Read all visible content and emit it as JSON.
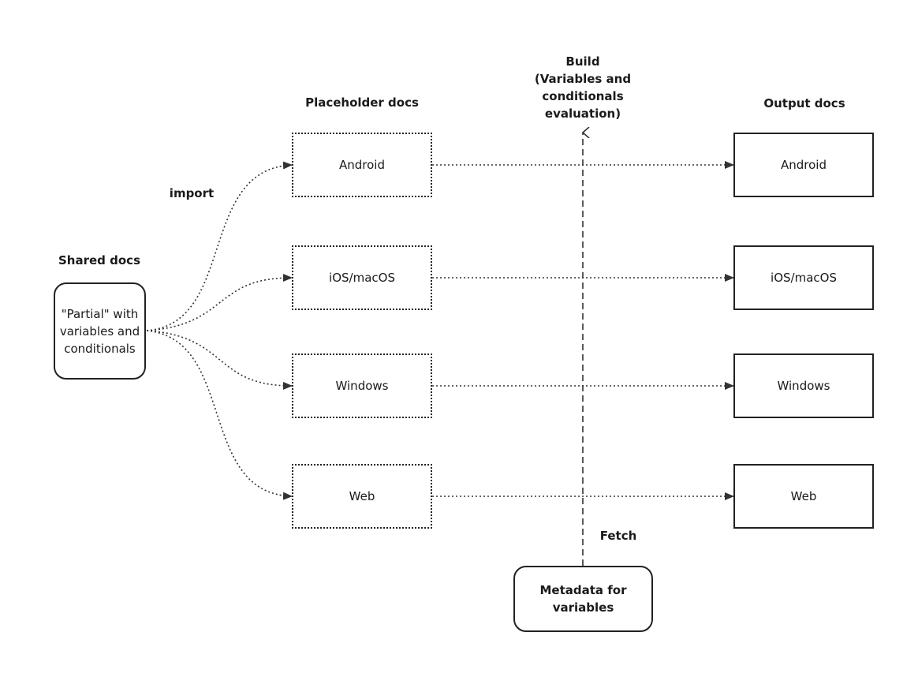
{
  "headings": {
    "shared": "Shared docs",
    "placeholder": "Placeholder docs",
    "output": "Output docs",
    "build": "Build\n(Variables and\nconditionals\nevaluation)",
    "import": "import",
    "fetch": "Fetch"
  },
  "shared_node": "\"Partial\" with\nvariables and\nconditionals",
  "placeholders": [
    "Android",
    "iOS/macOS",
    "Windows",
    "Web"
  ],
  "outputs": [
    "Android",
    "iOS/macOS",
    "Windows",
    "Web"
  ],
  "metadata_node": "Metadata for\nvariables"
}
